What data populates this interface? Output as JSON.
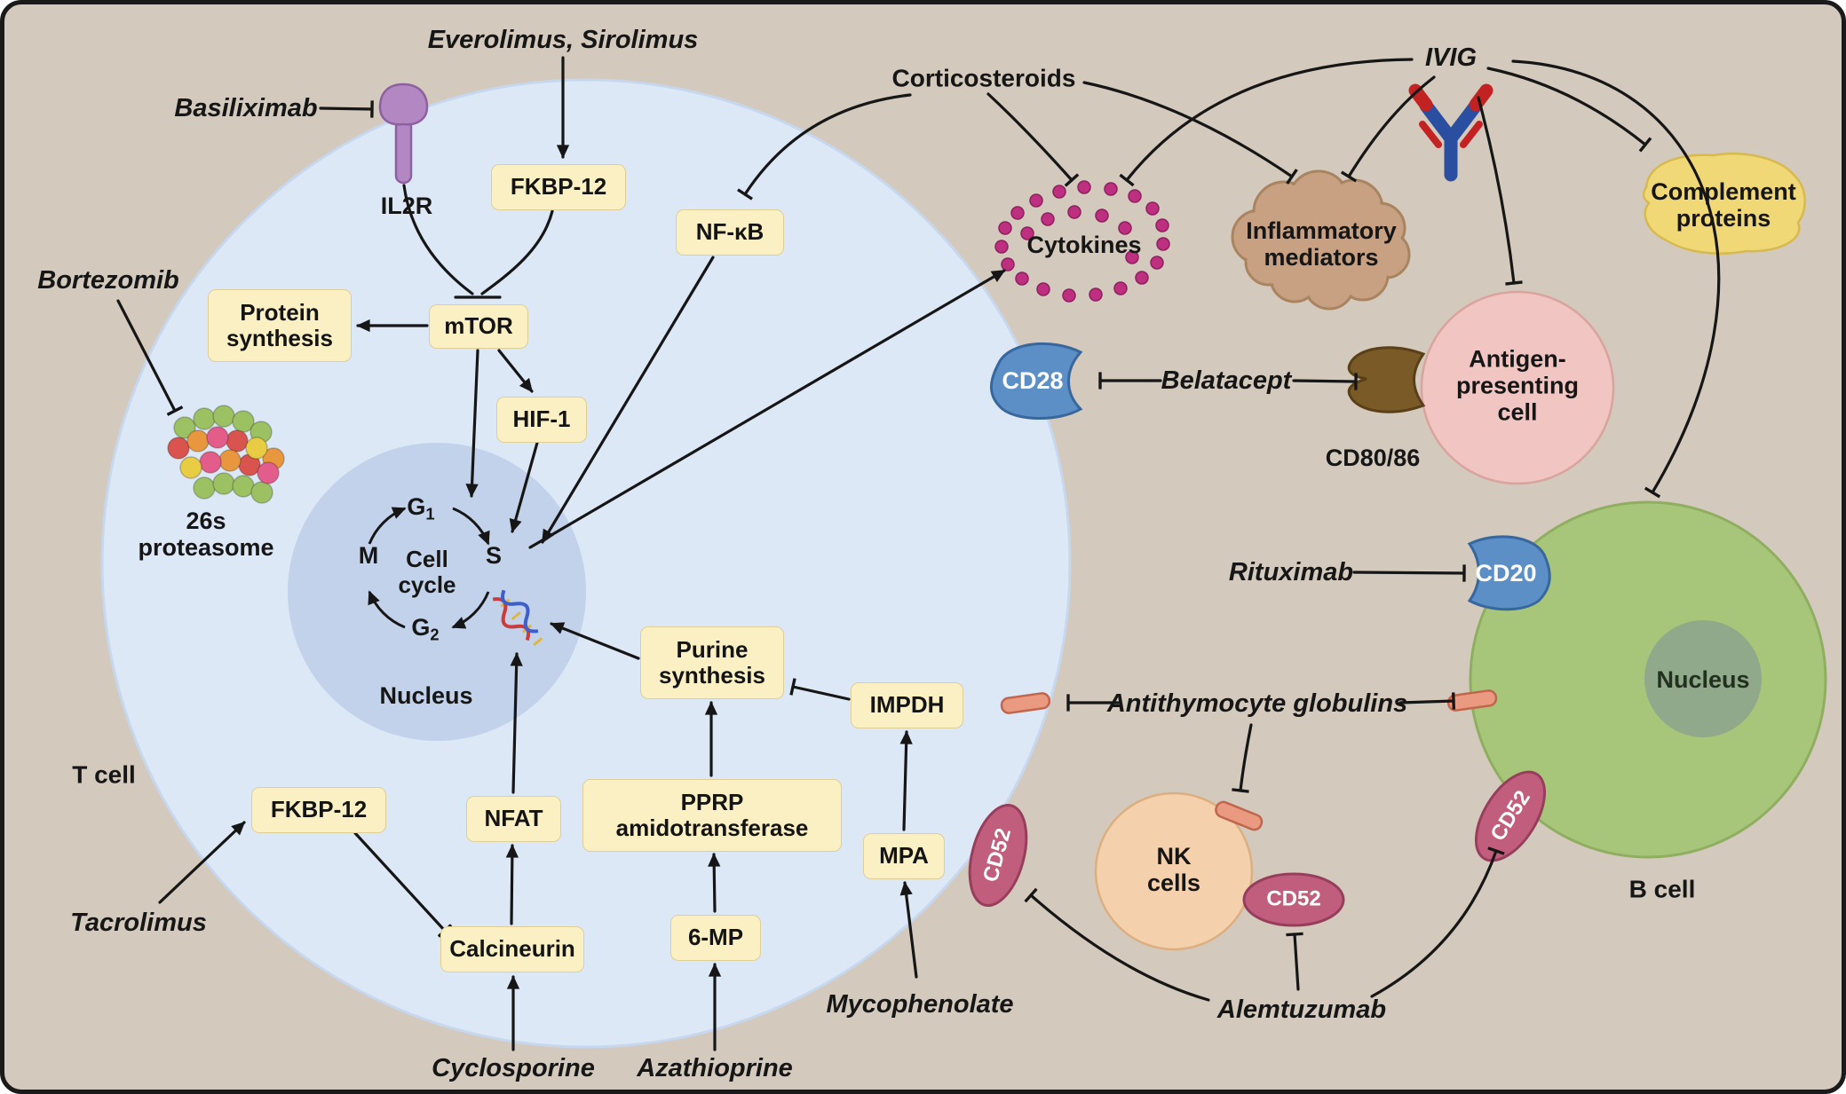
{
  "colors": {
    "background": "#d3c9bc",
    "t_cell_fill": "#dde8f7",
    "t_nucleus_fill": "#c2d2ea",
    "b_cell_fill": "#a7c67a",
    "b_nucleus_fill": "#90a98a",
    "nk_cell_fill": "#f4d0ad",
    "apc_fill": "#f1c5c1",
    "complement_fill": "#f0d877",
    "inflammatory_fill": "#c8a183",
    "cytokine_dot": "#bf2f80",
    "receptor_blue": "#5b8fc6",
    "cd52_rose": "#c25e7d",
    "atg_bar": "#ea9a81",
    "il2r_purple": "#b388c2",
    "cd80_brown": "#7a5a26",
    "box_yellow": "#fbf0c3",
    "line": "#161616"
  },
  "t_cell": {
    "label": "T cell",
    "nucleus": "Nucleus"
  },
  "b_cell": {
    "label": "B cell",
    "nucleus": "Nucleus"
  },
  "nk": {
    "label": "NK cells"
  },
  "cell_cycle": {
    "title": "Cell cycle",
    "g1": "G",
    "g1_sub": "1",
    "s": "S",
    "g2": "G",
    "g2_sub": "2",
    "m": "M"
  },
  "boxes": {
    "fkbp12_top": "FKBP-12",
    "nfkb": "NF-κB",
    "protein_synthesis": "Protein synthesis",
    "mtor": "mTOR",
    "hif1": "HIF-1",
    "purine_synthesis": "Purine synthesis",
    "impdh": "IMPDH",
    "fkbp12_bottom": "FKBP-12",
    "nfat": "NFAT",
    "pprp": "PPRP amidotransferase",
    "mpa": "MPA",
    "calcineurin": "Calcineurin",
    "six_mp": "6-MP"
  },
  "drugs": {
    "everolimus_sirolimus": "Everolimus, Sirolimus",
    "basiliximab": "Basiliximab",
    "bortezomib": "Bortezomib",
    "tacrolimus": "Tacrolimus",
    "cyclosporine": "Cyclosporine",
    "azathioprine": "Azathioprine",
    "mycophenolate": "Mycophenolate",
    "corticosteroids": "Corticosteroids",
    "ivig": "IVIG",
    "belatacept": "Belatacept",
    "rituximab": "Rituximab",
    "antithymocyte_globulins": "Antithymocyte globulins",
    "alemtuzumab": "Alemtuzumab"
  },
  "molecules": {
    "il2r": "IL2R",
    "proteasome": "26s proteasome",
    "cytokines": "Cytokines",
    "inflammatory_mediators": "Inflammatory mediators",
    "apc": "Antigen-presenting cell",
    "cd28": "CD28",
    "cd80_86": "CD80/86",
    "complement": "Complement proteins",
    "cd20": "CD20",
    "cd52": "CD52"
  }
}
